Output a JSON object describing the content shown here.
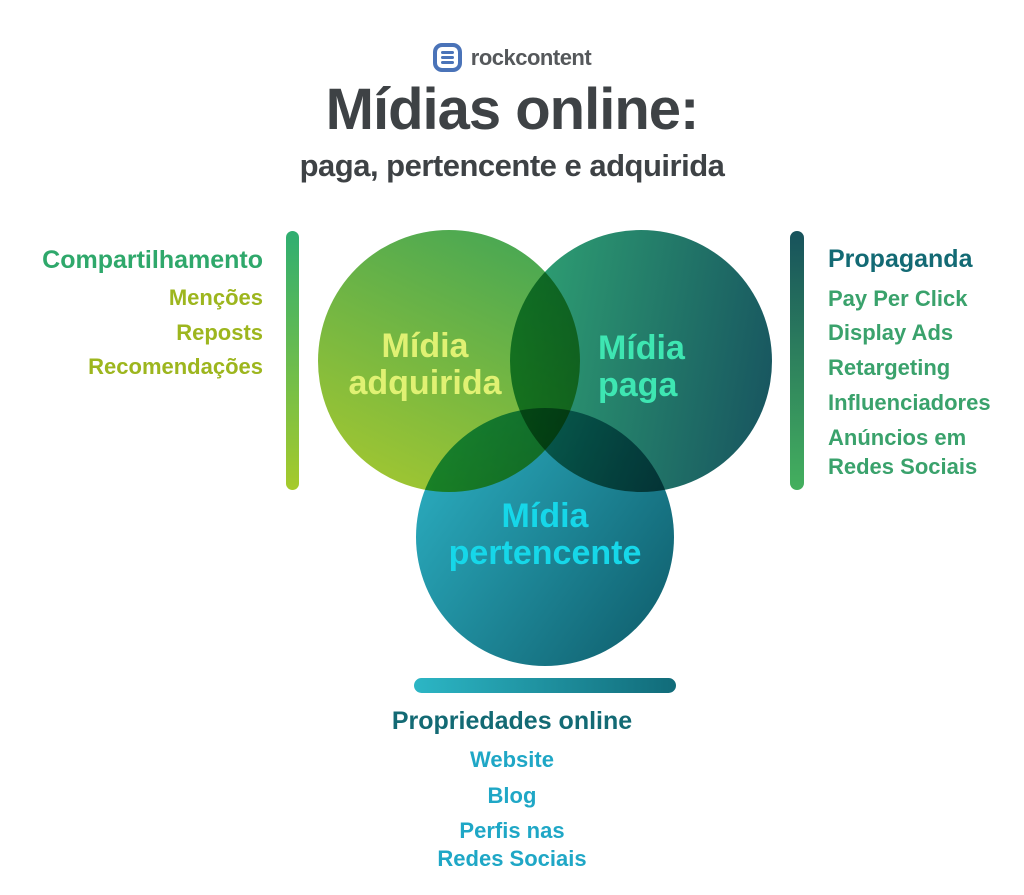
{
  "logo": {
    "brand": "rockcontent"
  },
  "title": {
    "main": "Mídias online:",
    "subtitle": "paga, pertencente e adquirida"
  },
  "venn": {
    "adquirida": {
      "label": "Mídia\nadquirida"
    },
    "paga": {
      "label": "Mídia\npaga"
    },
    "pertencente": {
      "label": "Mídia\npertencente"
    }
  },
  "left_panel": {
    "heading": "Compartilhamento",
    "items": [
      "Menções",
      "Reposts",
      "Recomendações"
    ]
  },
  "right_panel": {
    "heading": "Propaganda",
    "items": [
      "Pay Per Click",
      "Display Ads",
      "Retargeting",
      "Influenciadores",
      "Anúncios em\nRedes Sociais"
    ]
  },
  "bottom_panel": {
    "heading": "Propriedades online",
    "items": [
      "Website",
      "Blog",
      "Perfis nas\nRedes Sociais"
    ]
  },
  "palette": {
    "title_text": "#3e4245",
    "logo_blue": "#4a73b8",
    "logo_gray": "#55585b",
    "earned_green_top": "#3fa457",
    "earned_lime_bottom": "#a9c92e",
    "earned_label": "#e0f173",
    "paid_green_left": "#2fa273",
    "paid_teal_right": "#185660",
    "paid_label": "#3ee6b2",
    "owned_cyan_top": "#2cb0c3",
    "owned_teal_bottom": "#0e5a68",
    "owned_label": "#16d7e9",
    "left_heading": "#2fa86b",
    "left_items": "#9db61e",
    "right_heading": "#136a74",
    "right_items": "#3aa26c",
    "bottom_heading": "#136a74",
    "bottom_items": "#1fa7c6"
  }
}
